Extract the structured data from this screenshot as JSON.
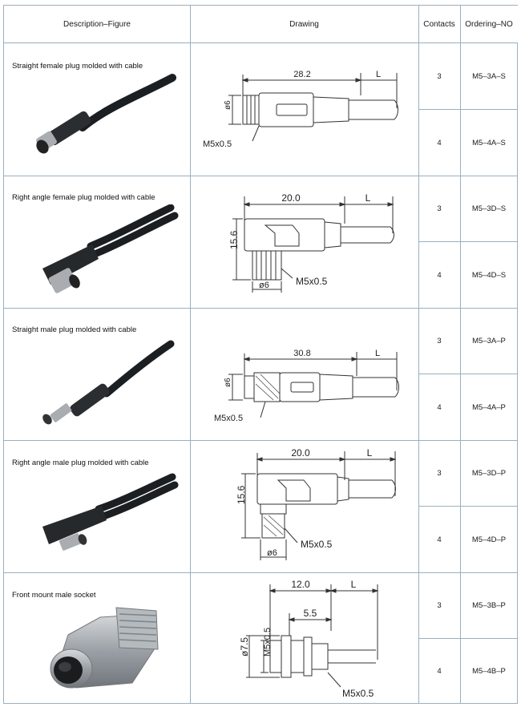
{
  "headers": {
    "description": "Description–Figure",
    "drawing": "Drawing",
    "contacts": "Contacts",
    "ordering": "Ordering–NO"
  },
  "rows": [
    {
      "description": "Straight female plug molded with cable",
      "dims": {
        "length": "28.2",
        "tail": "L",
        "diameter": "ø6",
        "thread": "M5x0.5"
      },
      "variants": [
        {
          "contacts": "3",
          "order_no": "M5–3A–S"
        },
        {
          "contacts": "4",
          "order_no": "M5–4A–S"
        }
      ]
    },
    {
      "description": "Right angle female plug  molded with cable",
      "dims": {
        "length": "20.0",
        "tail": "L",
        "height": "15.6",
        "diameter": "ø6",
        "thread": "M5x0.5"
      },
      "variants": [
        {
          "contacts": "3",
          "order_no": "M5–3D–S"
        },
        {
          "contacts": "4",
          "order_no": "M5–4D–S"
        }
      ]
    },
    {
      "description": "Straight male plug molded with cable",
      "dims": {
        "length": "30.8",
        "tail": "L",
        "diameter": "ø6",
        "thread": "M5x0.5"
      },
      "variants": [
        {
          "contacts": "3",
          "order_no": "M5–3A–P"
        },
        {
          "contacts": "4",
          "order_no": "M5–4A–P"
        }
      ]
    },
    {
      "description": "Right angle male plug molded with cable",
      "dims": {
        "length": "20.0",
        "tail": "L",
        "height": "15.6",
        "diameter": "ø6",
        "thread": "M5x0.5"
      },
      "variants": [
        {
          "contacts": "3",
          "order_no": "M5–3D–P"
        },
        {
          "contacts": "4",
          "order_no": "M5–4D–P"
        }
      ]
    },
    {
      "description": "Front mount male socket",
      "dims": {
        "length": "12.0",
        "tail": "L",
        "inner": "5.5",
        "diameter": "ø7.5",
        "thread_v": "M5x0.5",
        "thread": "M5x0.5"
      },
      "variants": [
        {
          "contacts": "3",
          "order_no": "M5–3B–P"
        },
        {
          "contacts": "4",
          "order_no": "M5–4B–P"
        }
      ]
    }
  ],
  "colors": {
    "border": "#9ab0bf",
    "cable": "#1b1f22",
    "metal": "#a9adb1",
    "line": "#333333"
  }
}
